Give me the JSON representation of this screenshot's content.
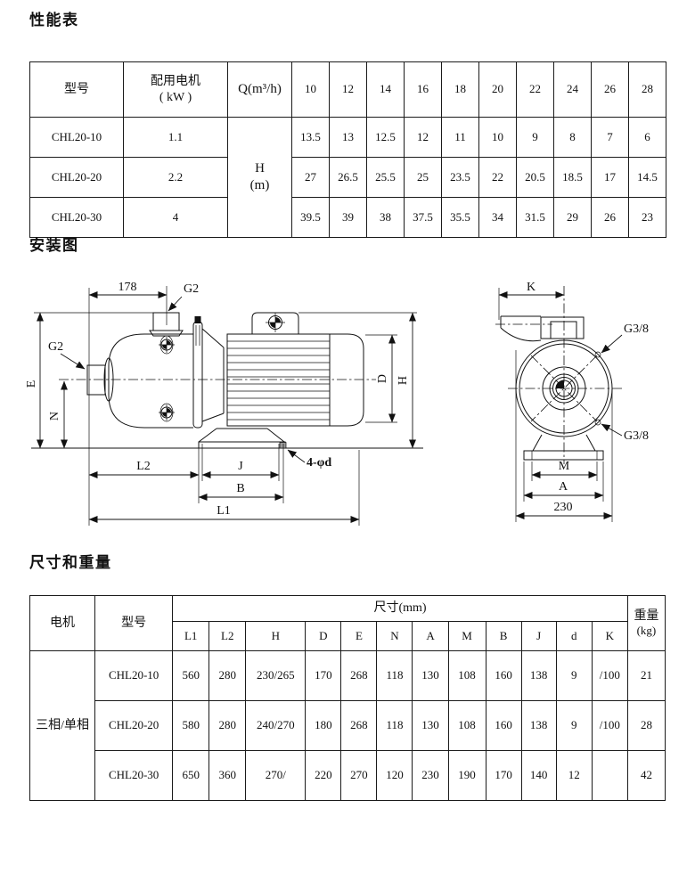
{
  "sections": {
    "performance": "性能表",
    "installation": "安装图",
    "dimensions": "尺寸和重量"
  },
  "performance_table": {
    "header": {
      "model": "型号",
      "motor_line1": "配用电机",
      "motor_line2": "( kW )",
      "q": "Q(m³/h)",
      "q_values": [
        "10",
        "12",
        "14",
        "16",
        "18",
        "20",
        "22",
        "24",
        "26",
        "28"
      ]
    },
    "h_label_line1": "H",
    "h_label_line2": "(m)",
    "rows": [
      {
        "model": "CHL20-10",
        "power": "1.1",
        "h": [
          "13.5",
          "13",
          "12.5",
          "12",
          "11",
          "10",
          "9",
          "8",
          "7",
          "6"
        ]
      },
      {
        "model": "CHL20-20",
        "power": "2.2",
        "h": [
          "27",
          "26.5",
          "25.5",
          "25",
          "23.5",
          "22",
          "20.5",
          "18.5",
          "17",
          "14.5"
        ]
      },
      {
        "model": "CHL20-30",
        "power": "4",
        "h": [
          "39.5",
          "39",
          "38",
          "37.5",
          "35.5",
          "34",
          "31.5",
          "29",
          "26",
          "23"
        ]
      }
    ]
  },
  "diagram": {
    "left": {
      "dim_178": "178",
      "g2_top": "G2",
      "g2_left": "G2",
      "e": "E",
      "n": "N",
      "l2": "L2",
      "j": "J",
      "b": "B",
      "l1": "L1",
      "holes": "4-φd",
      "d": "D",
      "h": "H"
    },
    "right": {
      "k": "K",
      "g38_top": "G3/8",
      "g38_bottom": "G3/8",
      "m": "M",
      "a": "A",
      "dim_230": "230"
    }
  },
  "dimensions_table": {
    "header": {
      "motor": "电机",
      "model": "型号",
      "dims": "尺寸(mm)",
      "weight_line1": "重量",
      "weight_line2": "(kg)",
      "dim_cols": [
        "L1",
        "L2",
        "H",
        "D",
        "E",
        "N",
        "A",
        "M",
        "B",
        "J",
        "d",
        "K"
      ]
    },
    "motor_type": "三相/单相",
    "rows": [
      {
        "model": "CHL20-10",
        "values": [
          "560",
          "280",
          "230/265",
          "170",
          "268",
          "118",
          "130",
          "108",
          "160",
          "138",
          "9",
          "/100"
        ],
        "weight": "21"
      },
      {
        "model": "CHL20-20",
        "values": [
          "580",
          "280",
          "240/270",
          "180",
          "268",
          "118",
          "130",
          "108",
          "160",
          "138",
          "9",
          "/100"
        ],
        "weight": "28"
      },
      {
        "model": "CHL20-30",
        "values": [
          "650",
          "360",
          "270/",
          "220",
          "270",
          "120",
          "230",
          "190",
          "170",
          "140",
          "12",
          ""
        ],
        "weight": "42"
      }
    ]
  }
}
